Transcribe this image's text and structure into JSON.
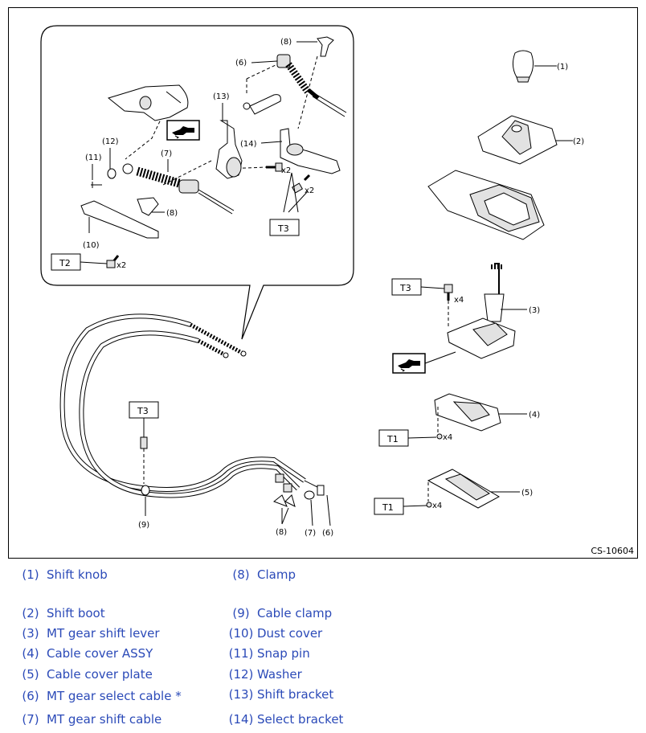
{
  "figure": {
    "code": "CS-10604",
    "callouts": [
      "(1)",
      "(2)",
      "(3)",
      "(4)",
      "(5)",
      "(6)",
      "(7)",
      "(8)",
      "(9)",
      "(10)",
      "(11)",
      "(12)",
      "(13)",
      "(14)"
    ],
    "torque_labels": [
      "T1",
      "T2",
      "T3"
    ],
    "quantity_labels": [
      "x2",
      "x4"
    ],
    "icons": [
      "grease-gun-icon"
    ]
  },
  "legend": [
    {
      "num": "(1)",
      "text": "Shift knob"
    },
    {
      "num": "(2)",
      "text": "Shift boot"
    },
    {
      "num": "(3)",
      "text": "MT gear shift lever"
    },
    {
      "num": "(4)",
      "text": "Cable cover ASSY"
    },
    {
      "num": "(5)",
      "text": "Cable cover plate"
    },
    {
      "num": "(6)",
      "text": "MT gear select cable *"
    },
    {
      "num": "(7)",
      "text": "MT gear shift cable"
    },
    {
      "num": "(8)",
      "text": "Clamp"
    },
    {
      "num": "(9)",
      "text": "Cable clamp"
    },
    {
      "num": "(10)",
      "text": "Dust cover"
    },
    {
      "num": "(11)",
      "text": "Snap pin"
    },
    {
      "num": "(12)",
      "text": "Washer"
    },
    {
      "num": "(13)",
      "text": "Shift bracket"
    },
    {
      "num": "(14)",
      "text": "Select bracket"
    }
  ]
}
